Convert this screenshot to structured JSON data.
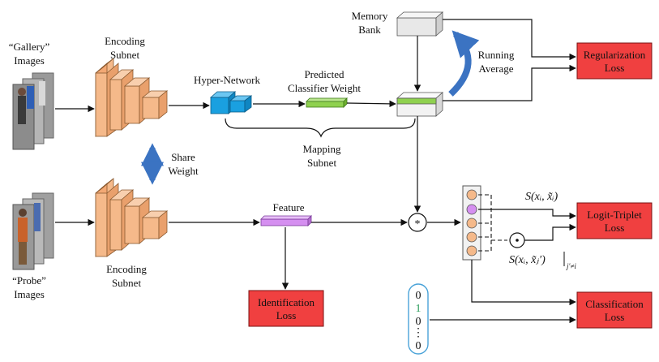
{
  "labels": {
    "gallery_line1": "“Gallery”",
    "gallery_line2": "Images",
    "probe_line1": "“Probe”",
    "probe_line2": "Images",
    "encoding_top_line1": "Encoding",
    "encoding_top_line2": "Subnet",
    "encoding_bottom_line1": "Encoding",
    "encoding_bottom_line2": "Subnet",
    "share_line1": "Share",
    "share_line2": "Weight",
    "hyper_network": "Hyper-Network",
    "predicted_line1": "Predicted",
    "predicted_line2": "Classifier Weight",
    "mapping_line1": "Mapping",
    "mapping_line2": "Subnet",
    "memory_line1": "Memory",
    "memory_line2": "Bank",
    "running_line1": "Running",
    "running_line2": "Average",
    "feature": "Feature",
    "multiply_symbol": "*",
    "dot_symbol": "⊙"
  },
  "losses": {
    "regularization_line1": "Regularization",
    "regularization_line2": "Loss",
    "logit_triplet_line1": "Logit-Triplet",
    "logit_triplet_line2": "Loss",
    "classification_line1": "Classification",
    "classification_line2": "Loss",
    "identification_line1": "Identification",
    "identification_line2": "Loss"
  },
  "math": {
    "s_pos": "S(xᵢ, x̃ᵢ)",
    "s_neg": "S(xᵢ, x̃ⱼ′)",
    "s_neg_sub": "j′≠i"
  },
  "onehot": [
    "0",
    "1",
    "0",
    "⋮",
    "0"
  ],
  "colors": {
    "loss_fill": "#f04040",
    "encoder_fill": "#f5b98a",
    "hyper_fill": "#1aa0e0",
    "classifier_fill": "#8fd14f",
    "feature_fill": "#d58ff0",
    "memory_fill": "#e8e8e8",
    "arrow_blue": "#3b73c2",
    "onehot_border": "#4aa3d8",
    "onehot_highlight": "#2a9d5a"
  }
}
